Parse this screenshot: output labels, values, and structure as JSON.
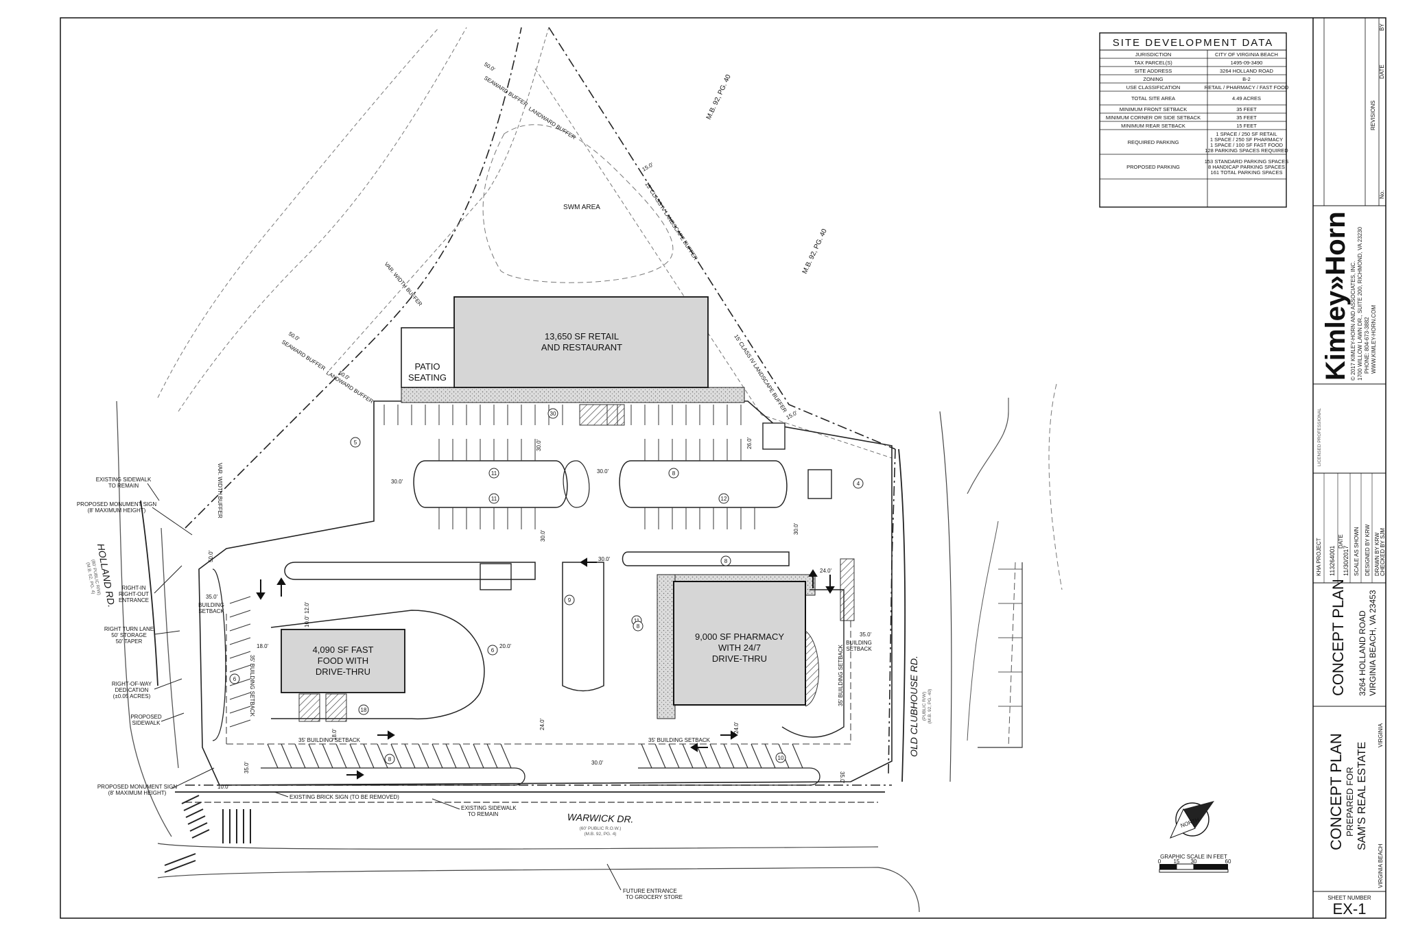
{
  "site_data": {
    "title": "SITE DEVELOPMENT DATA",
    "rows": [
      {
        "label": "JURISDICTION",
        "value": [
          "CITY OF VIRGINIA BEACH"
        ]
      },
      {
        "label": "TAX PARCEL(S)",
        "value": [
          "1495-09-3490"
        ]
      },
      {
        "label": "SITE ADDRESS",
        "value": [
          "3264 HOLLAND ROAD"
        ]
      },
      {
        "label": "ZONING",
        "value": [
          "B-2"
        ]
      },
      {
        "label": "USE CLASSIFICATION",
        "value": [
          "RETAIL / PHARMACY / FAST FOOD"
        ]
      },
      {
        "label": "TOTAL SITE AREA",
        "value": [
          "4.49 ACRES"
        ]
      },
      {
        "label": "MINIMUM FRONT SETBACK",
        "value": [
          "35 FEET"
        ]
      },
      {
        "label": "MINIMUM CORNER OR SIDE SETBACK",
        "value": [
          "35 FEET"
        ]
      },
      {
        "label": "MINIMUM REAR SETBACK",
        "value": [
          "15 FEET"
        ]
      },
      {
        "label": "REQUIRED PARKING",
        "value": [
          "1 SPACE / 250 SF RETAIL",
          "1 SPACE / 250 SF PHARMACY",
          "1 SPACE / 100 SF FAST FOOD",
          "128 PARKING SPACES REQUIRED"
        ]
      },
      {
        "label": "PROPOSED PARKING",
        "value": [
          "153 STANDARD PARKING SPACES",
          "8 HANDICAP PARKING SPACES",
          "161 TOTAL PARKING SPACES"
        ]
      }
    ]
  },
  "buildings": {
    "retail": [
      "13,650 SF RETAIL",
      "AND RESTAURANT"
    ],
    "patio": [
      "PATIO",
      "SEATING"
    ],
    "fast_food": [
      "4,090 SF FAST",
      "FOOD WITH",
      "DRIVE-THRU"
    ],
    "pharmacy": [
      "9,000 SF PHARMACY",
      "WITH 24/7",
      "DRIVE-THRU"
    ],
    "swm": "SWM AREA"
  },
  "roads": {
    "holland": {
      "name": "HOLLAND RD.",
      "sub": [
        "(80' PUBLIC R/W)",
        "(M.B. 62, PG. 4)"
      ]
    },
    "warwick": {
      "name": "WARWICK DR.",
      "sub": [
        "(60' PUBLIC R.O.W.)",
        "(M.B. 92, PG. 4)"
      ]
    },
    "clubhouse": {
      "name": "OLD CLUBHOUSE RD.",
      "sub": [
        "(PUBLIC R/W)",
        "(M.B. 92, PG. 40)"
      ]
    }
  },
  "callouts": {
    "sidewalk_remain": [
      "EXISTING SIDEWALK",
      "TO REMAIN"
    ],
    "monument_top": [
      "PROPOSED MONUMENT SIGN",
      "(8' MAXIMUM HEIGHT)"
    ],
    "right_in": [
      "RIGHT-IN",
      "RIGHT-OUT",
      "ENTRANCE"
    ],
    "turn_lane": [
      "RIGHT TURN LANE",
      "50' STORAGE",
      "50' TAPER"
    ],
    "row_dedication": [
      "RIGHT-OF-WAY",
      "DEDICATION",
      "(±0.05 ACRES)"
    ],
    "proposed_sidewalk": [
      "PROPOSED",
      "SIDEWALK"
    ],
    "monument_bottom": [
      "PROPOSED MONUMENT SIGN",
      "(8' MAXIMUM HEIGHT)"
    ],
    "brick_sign": "EXISTING BRICK SIGN (TO BE REMOVED)",
    "sidewalk_remain_bottom": [
      "EXISTING SIDEWALK",
      "TO REMAIN"
    ],
    "future_entrance": [
      "FUTURE ENTRANCE",
      "TO GROCERY STORE"
    ]
  },
  "dims": {
    "d30": "30.0'",
    "d24": "24.0'",
    "d26": "26.0'",
    "d20": "20.0'",
    "d18": "18.0'",
    "d12": "12.0'",
    "d10": "10.0'",
    "d15": "15.0'",
    "d35": "35.0'",
    "d50": "50.0'",
    "bsb35": "35' BUILDING SETBACK",
    "bsb": [
      "BUILDING",
      "SETBACK"
    ],
    "bsb_label": "35.0'"
  },
  "buffers": {
    "seaward": "SEAWARD BUFFER",
    "landward": "LANDWARD BUFFER",
    "var_width": "VAR. WIDTH BUFFER",
    "class_iv": "15' CLASS IV LANDSCAPE BUFFER"
  },
  "stall_counts": [
    "30",
    "5",
    "11",
    "11",
    "8",
    "12",
    "4",
    "8",
    "9",
    "11",
    "6",
    "6",
    "18",
    "8",
    "8",
    "10"
  ],
  "plat_refs": [
    "M.B. 92, PG. 40",
    "M.B. 92, PG. 40"
  ],
  "graphic_scale": {
    "title": "GRAPHIC SCALE IN FEET",
    "ticks": [
      "0",
      "15",
      "30",
      "60"
    ]
  },
  "north": "NORTH",
  "title_block": {
    "revisions_header": [
      "No.",
      "REVISIONS",
      "DATE",
      "BY"
    ],
    "brand": "Kimley»Horn",
    "copyright": "© 2017 KIMLEY-HORN AND ASSOCIATES, INC.",
    "address": "1700 WILLOW LAWN DR., SUITE 200, RICHMOND, VA 23230",
    "phone": "PHONE: 804-673-3882",
    "web": "WWW.KIMLEY-HORN.COM",
    "licensed": "LICENSED PROFESSIONAL",
    "project_label": "KHA PROJECT",
    "project_no": "113264001",
    "date_label": "DATE",
    "date": "11/30/2017",
    "scale": "SCALE  AS SHOWN",
    "designed": "DESIGNED BY   KRW",
    "drawn": "DRAWN BY   KRW",
    "checked": "CHECKED BY   SJM",
    "concept_title": "CONCEPT PLAN",
    "addr1": "3264 HOLLAND ROAD",
    "addr2": "VIRGINIA BEACH, VA 23453",
    "plan_title": "CONCEPT PLAN",
    "prepared": "PREPARED FOR",
    "client": "SAM'S REAL ESTATE",
    "city": "VIRGINIA BEACH",
    "state": "VIRGINIA",
    "sheet_label": "SHEET NUMBER",
    "sheet_no": "EX-1"
  }
}
